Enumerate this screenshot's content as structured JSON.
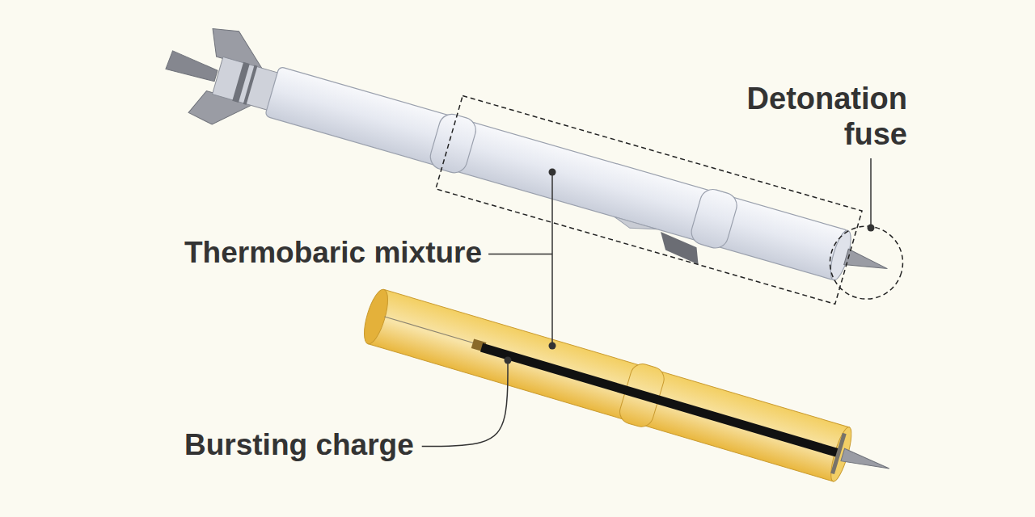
{
  "diagram": {
    "labels": [
      "Detonation fuse",
      "Thermobaric mixture",
      "Bursting charge"
    ]
  }
}
